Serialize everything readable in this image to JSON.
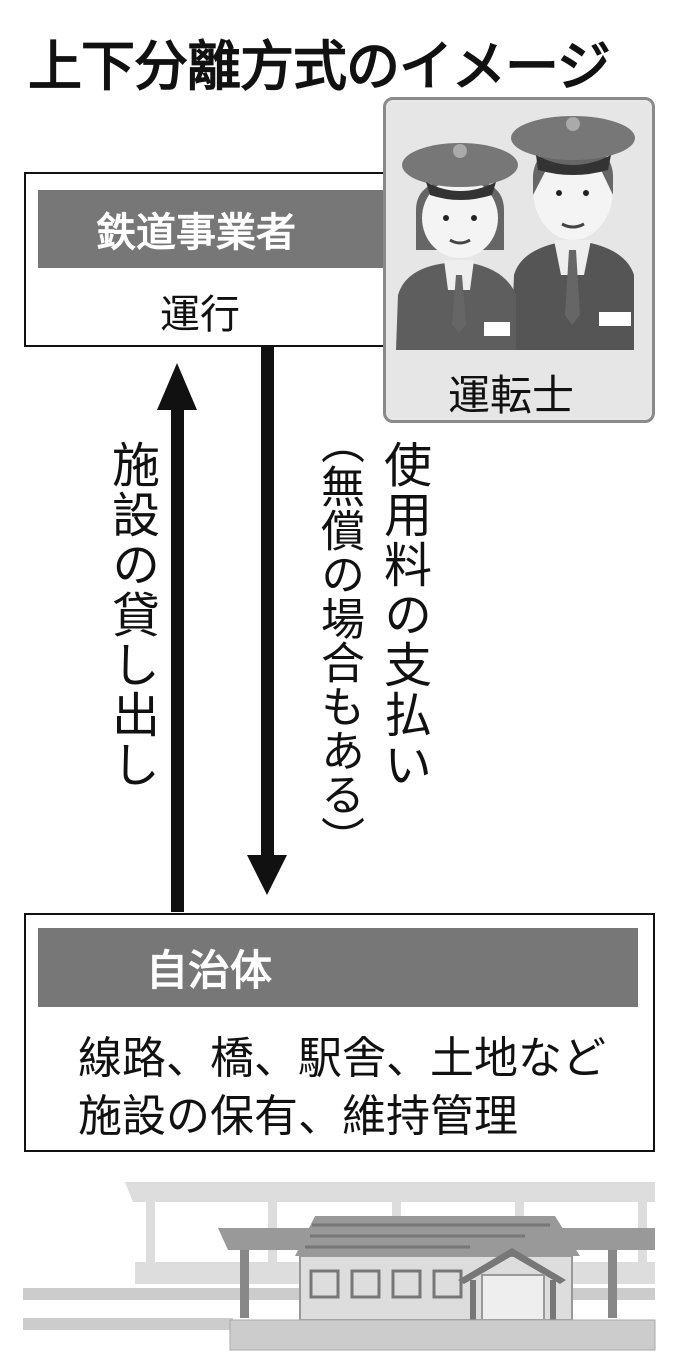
{
  "title": "上下分離方式のイメージ",
  "operator": {
    "header": "鉄道事業者",
    "role": "運行"
  },
  "driver": {
    "label": "運転士"
  },
  "arrows": {
    "up_label": "施設の貸し出し",
    "down_label": "使用料の支払い",
    "down_note": "（無償の場合もある）"
  },
  "municipality": {
    "header": "自治体",
    "lines": [
      "線路、橋、駅舎、土地など",
      "施設の保有、維持管理"
    ]
  },
  "colors": {
    "bar": "#777777",
    "panel": "#e6e6e6"
  }
}
